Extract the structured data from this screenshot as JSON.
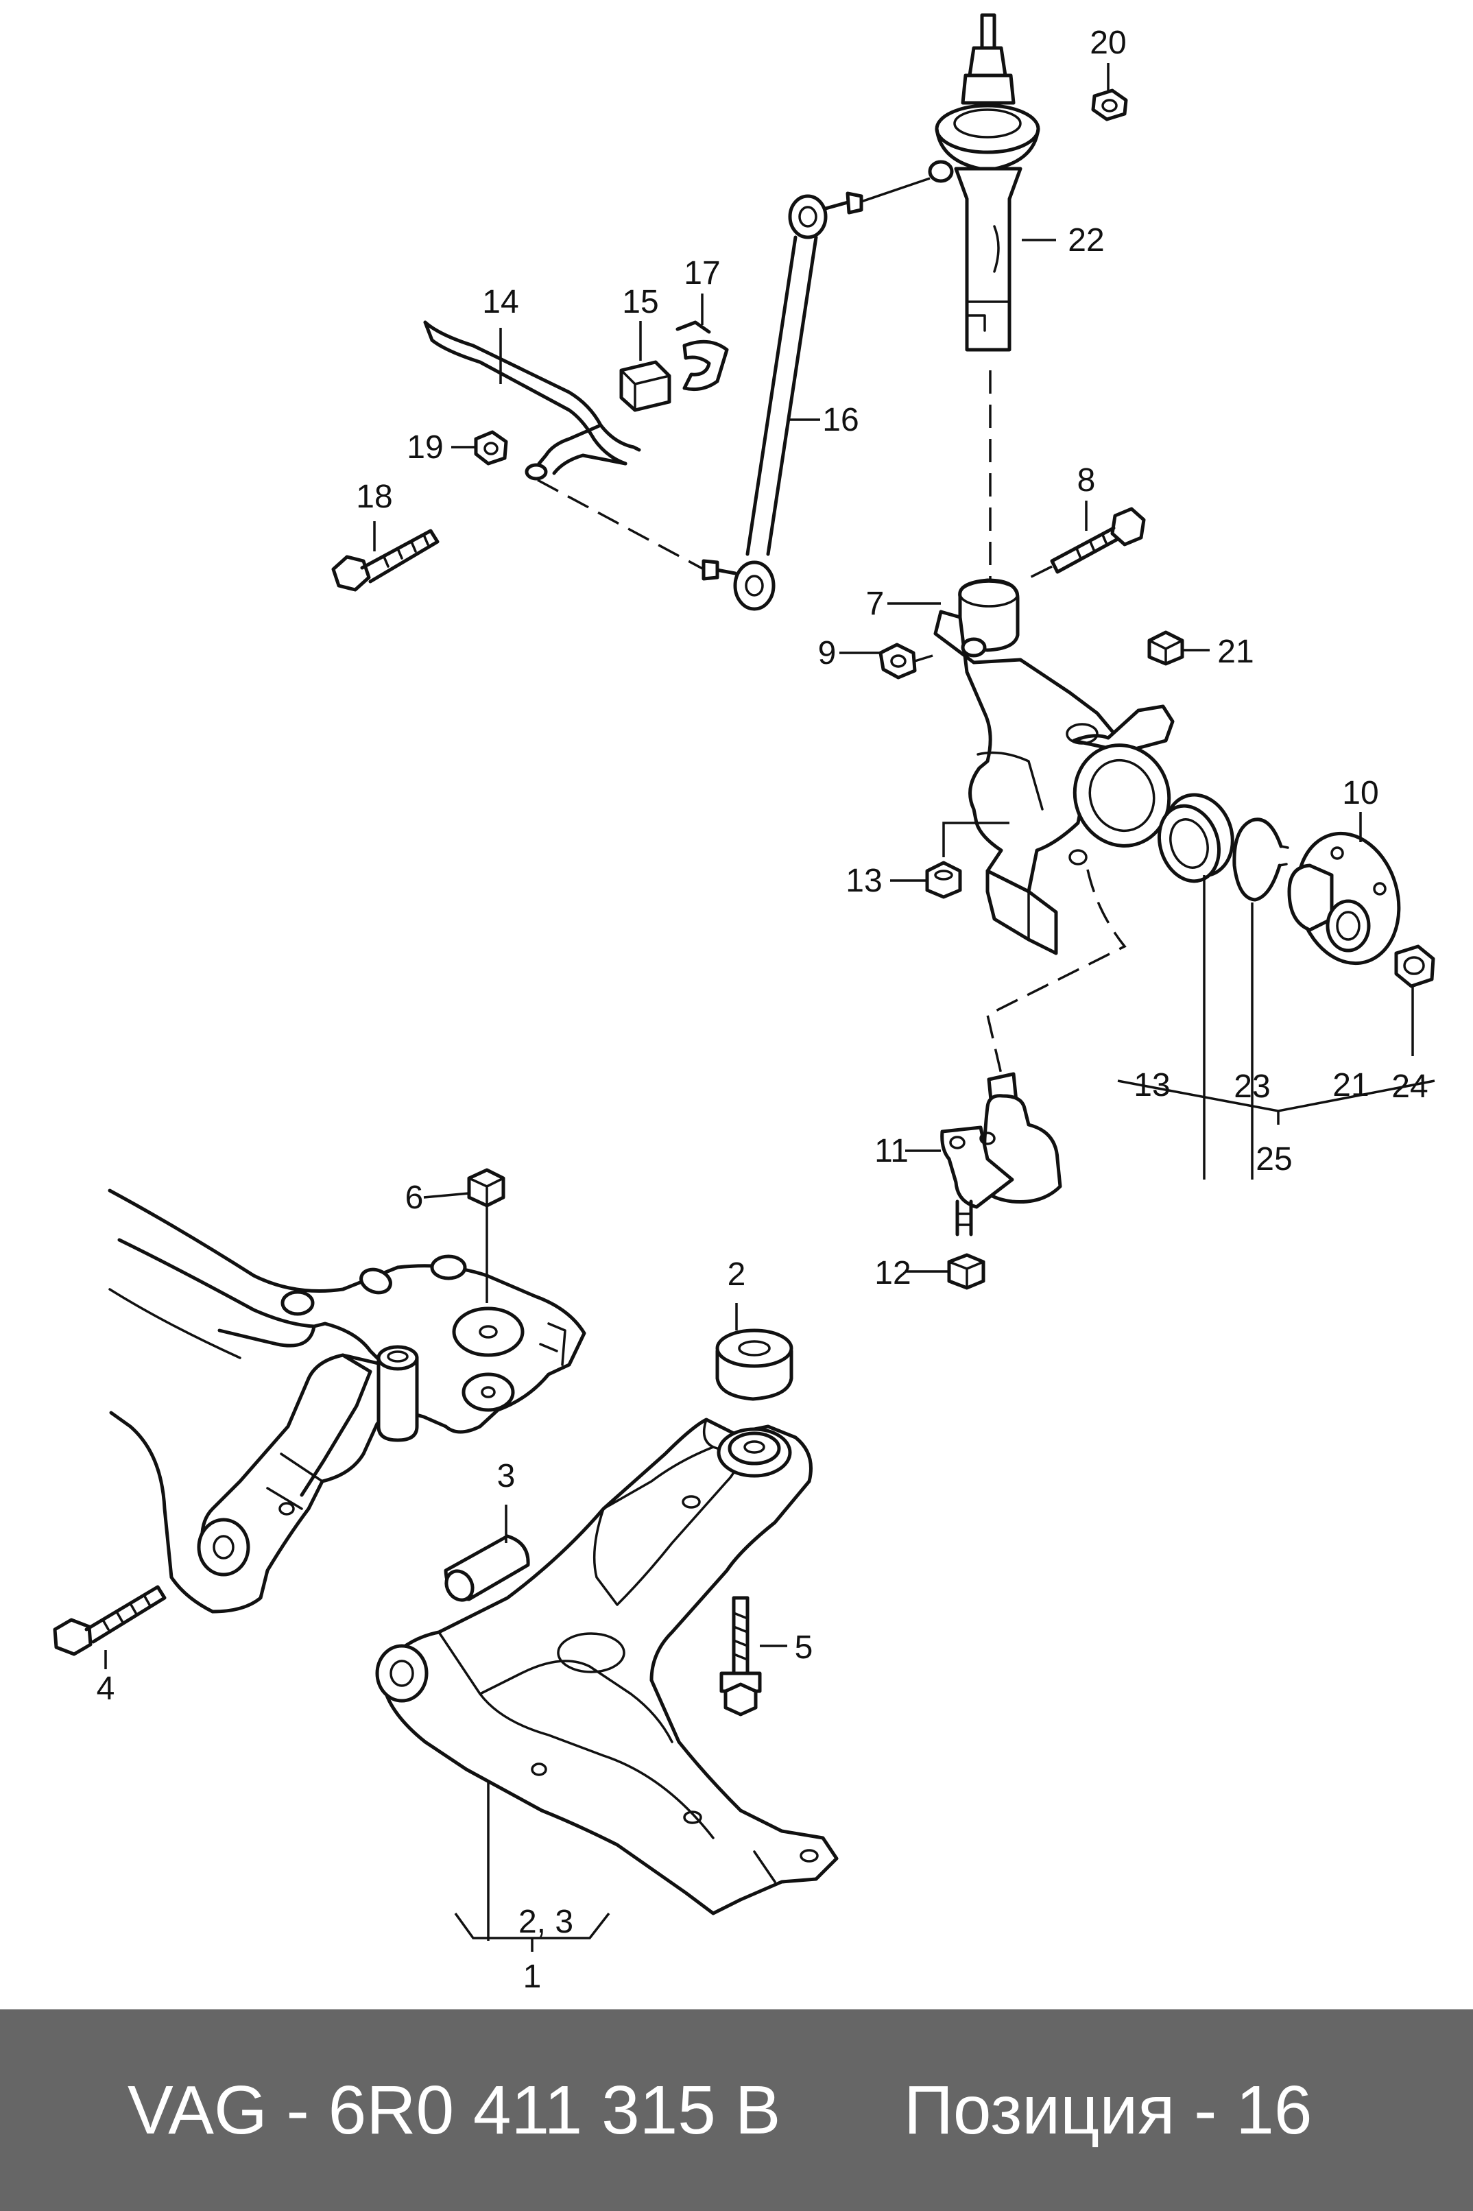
{
  "labels": {
    "l1": "1",
    "l2": "2",
    "l23": "2, 3",
    "l3": "3",
    "l4": "4",
    "l5": "5",
    "l6": "6",
    "l7": "7",
    "l8": "8",
    "l9": "9",
    "l10": "10",
    "l11": "11",
    "l12": "12",
    "l13a": "13",
    "l13b": "13",
    "l14": "14",
    "l15": "15",
    "l16": "16",
    "l17": "17",
    "l18": "18",
    "l19": "19",
    "l20": "20",
    "l21a": "21",
    "l21b": "21",
    "l22": "22",
    "l23b": "23",
    "l24": "24",
    "l25": "25"
  },
  "footer": {
    "part_number": "VAG - 6R0 411 315 B",
    "position": "Позиция - 16"
  },
  "colors": {
    "footer_bg": "#666666",
    "footer_text": "#ffffff",
    "line": "#111111"
  }
}
